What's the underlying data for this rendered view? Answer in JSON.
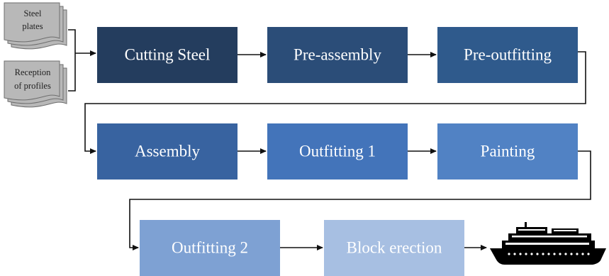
{
  "inputs": [
    {
      "line1": "Steel",
      "line2": "plates"
    },
    {
      "line1": "Reception",
      "line2": "of profiles"
    }
  ],
  "steps": [
    {
      "label": "Cutting Steel",
      "color": "#243d5e"
    },
    {
      "label": "Pre-assembly",
      "color": "#2b4d78"
    },
    {
      "label": "Pre-outfitting",
      "color": "#2f5a8c"
    },
    {
      "label": "Assembly",
      "color": "#3863a0"
    },
    {
      "label": "Outfitting 1",
      "color": "#4374ba"
    },
    {
      "label": "Painting",
      "color": "#5182c4"
    },
    {
      "label": "Outfitting 2",
      "color": "#7ea1d3"
    },
    {
      "label": "Block erection",
      "color": "#a7bfe2"
    }
  ],
  "colors": {
    "document": "#b8b8b8",
    "connector": "#111111",
    "ship": "#000000"
  },
  "icons": {
    "end": "ship-icon"
  }
}
